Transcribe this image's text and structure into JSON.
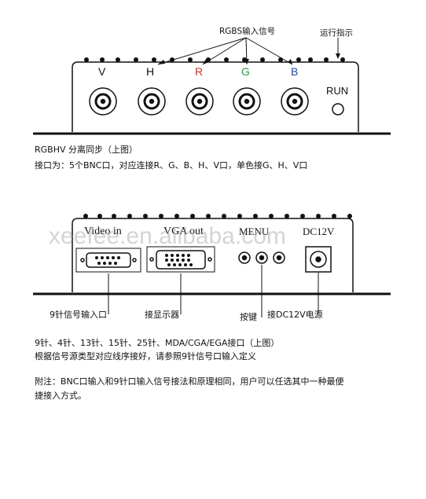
{
  "top_diagram": {
    "rgbs_label": "RGBS输入信号",
    "run_title": "运行指示",
    "ports": [
      {
        "label": "V",
        "color": "#111111"
      },
      {
        "label": "H",
        "color": "#111111"
      },
      {
        "label": "R",
        "color": "#c0392b"
      },
      {
        "label": "G",
        "color": "#2e9e4f"
      },
      {
        "label": "B",
        "color": "#1f4e9e"
      }
    ],
    "run_label": "RUN",
    "caption_line1": "RGBHV 分离同步（上图）",
    "caption_line2": "接口为：5个BNC口，对应连接R、G、B、H、V口，单色接G、H、V口"
  },
  "bottom_diagram": {
    "panel_labels": {
      "video_in": "Video in",
      "vga_out": "VGA out",
      "menu": "MENU",
      "dc12v": "DC12V"
    },
    "watermark": "xeefee.en.alibaba.com",
    "callouts": {
      "pin9_input": "9针信号输入口",
      "display": "接显示器",
      "buttons": "按键",
      "dc_power": "接DC12V电源"
    },
    "caption_line1": "9针、4针、13针、15针、25针、MDA/CGA/EGA接口（上图）",
    "caption_line2": "根据信号源类型对应线序接好，请参照9针信号口输入定义",
    "note_line1": "附注：BNC口输入和9针口输入信号接法和原理相同，用户可以任选其中一种最便",
    "note_line2": "捷接入方式。"
  }
}
